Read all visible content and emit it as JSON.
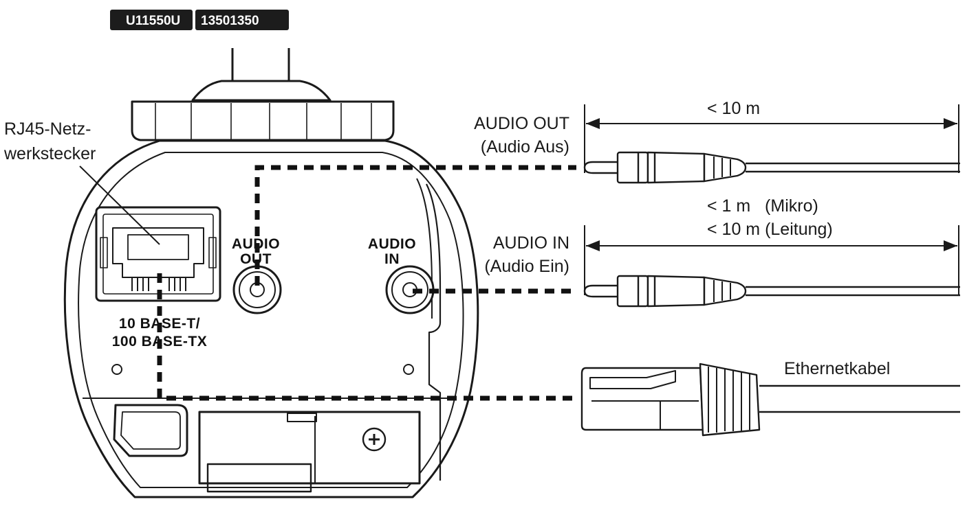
{
  "header": {
    "model_badges": [
      "U11550U",
      "13501350"
    ]
  },
  "callouts": {
    "rj45_line1": "RJ45-Netz-",
    "rj45_line2": "werkstecker",
    "audio_out_line1": "AUDIO OUT",
    "audio_out_line2": "(Audio Aus)",
    "audio_in_line1": "AUDIO IN",
    "audio_in_line2": "(Audio Ein)",
    "ethernet": "Ethernetkabel"
  },
  "dimensions": {
    "audio_out_length": "< 10 m",
    "audio_in_length_mic": "< 1 m   (Mikro)",
    "audio_in_length_line": "< 10 m (Leitung)"
  },
  "panel_labels": {
    "audio_out_1": "AUDIO",
    "audio_out_2": "OUT",
    "audio_in_1": "AUDIO",
    "audio_in_2": "IN",
    "network_1": "10 BASE-T/",
    "network_2": "100 BASE-TX"
  },
  "colors": {
    "line": "#1a1a1a",
    "badge_bg": "#1c1c1c",
    "background": "#ffffff"
  }
}
